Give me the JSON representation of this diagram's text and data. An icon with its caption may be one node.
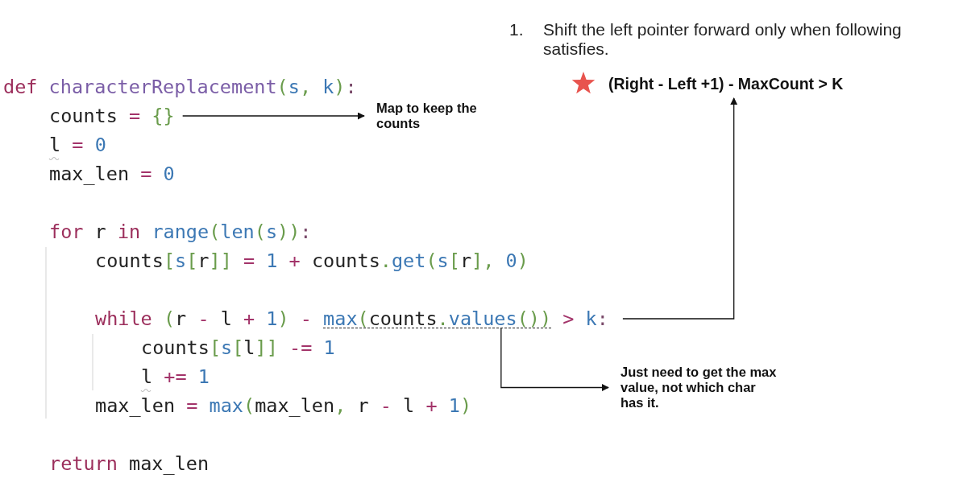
{
  "diagram": {
    "nodes": [
      {
        "text": [
          "counts = {}"
        ]
      },
      {
        "text": [
          "Map to keep the counts"
        ]
      },
      {
        "text": [
          "while (r - l + 1) - max(counts.values()) > k:"
        ]
      },
      {
        "text": [],
        "shape": "line"
      },
      {
        "text": [
          "(Right - Left +1) - MaxCount > K"
        ]
      },
      {
        "text": [
          "Just need to get the max value, not which char has it."
        ]
      }
    ],
    "edges": [
      {
        "from": 0,
        "to": 1,
        "arrow": "to"
      },
      {
        "from": 2,
        "to": 4,
        "arrow": "to"
      },
      {
        "from": 3,
        "to": 5,
        "arrow": "to"
      }
    ],
    "labels": [
      "1.",
      "Shift the left pointer forward only when following satisfies.",
      "def characterReplacement(s, k):",
      "l = 0",
      "max_len = 0",
      "for r in range(len(s)):",
      "counts[s[r]] = 1 + counts.get(s[r], 0)",
      "counts[s[l]] -= 1",
      "l += 1",
      "max_len = max(max_len, r - l + 1)",
      "return max_len"
    ]
  }
}
